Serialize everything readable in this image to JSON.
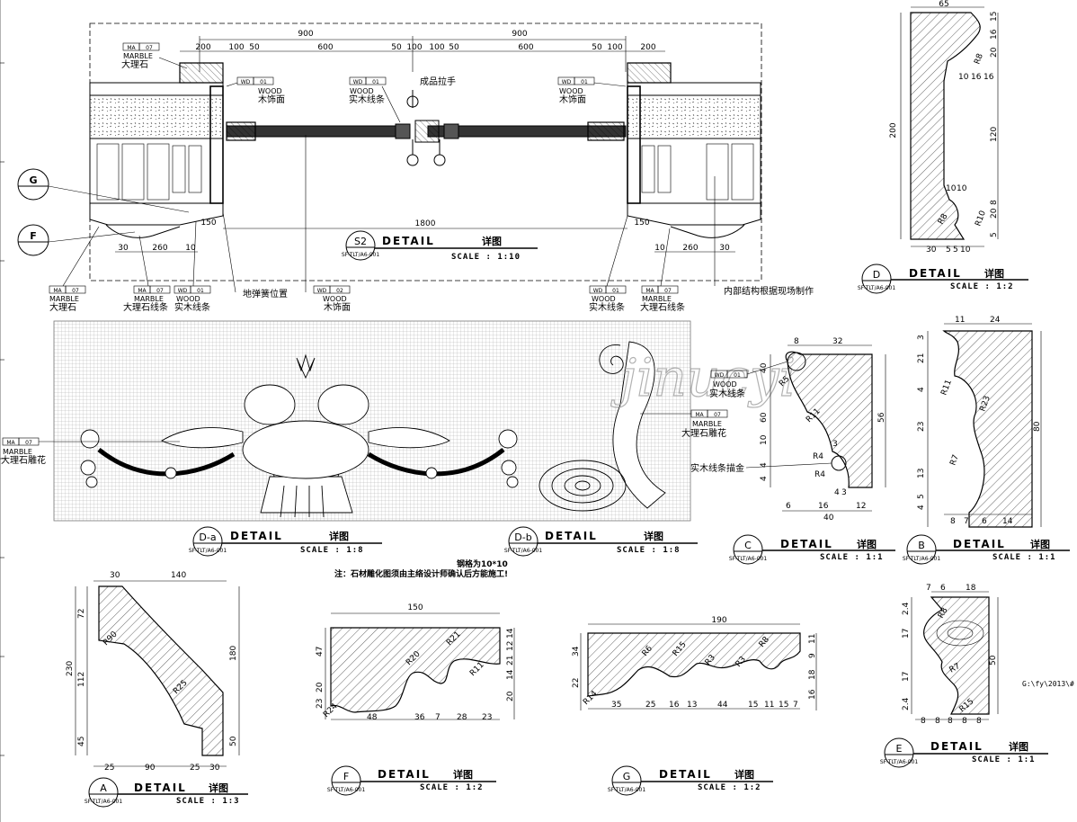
{
  "side_note": "G:\\fy\\2013\\#",
  "watermark": "jinucyi",
  "note": {
    "line1": "钢格为10*10",
    "line2": "注：石材雕化图须由主络设计师确认后方能施工!"
  },
  "plan": {
    "dims_top": [
      "900",
      "900"
    ],
    "dims_sub": [
      "200",
      "100",
      "50",
      "600",
      "50",
      "100",
      "100",
      "50",
      "600",
      "50",
      "100",
      "200"
    ],
    "dim_1800": "1800",
    "dim_150_l": "150",
    "dim_150_r": "150",
    "dim_260_l": "260",
    "dim_260_r": "260",
    "dim_30_l": "30",
    "dim_10_l": "10",
    "dim_10_r": "10",
    "dim_30_r": "30",
    "tags": {
      "ma07_top": {
        "code": "MA",
        "num": "07",
        "en": "MARBLE",
        "cn": "大理石"
      },
      "wd01_l": {
        "code": "WD",
        "num": "01",
        "en": "WOOD",
        "cn": "木饰面"
      },
      "wd01_c": {
        "code": "WD",
        "num": "01",
        "en": "WOOD",
        "cn": "实木线条"
      },
      "wd01_r": {
        "code": "WD",
        "num": "01",
        "en": "WOOD",
        "cn": "木饰面"
      },
      "handle": "成品拉手",
      "ma_b1": {
        "code": "MA",
        "num": "07",
        "en": "MARBLE",
        "cn": "大理石"
      },
      "ma_b2": {
        "code": "MA",
        "num": "07",
        "en": "MARBLE",
        "cn": "大理石线条"
      },
      "wd_b3": {
        "code": "WD",
        "num": "01",
        "en": "WOOD",
        "cn": "实木线条"
      },
      "spring": "地弹簧位置",
      "wd_b5": {
        "code": "WD",
        "num": "02",
        "en": "WOOD",
        "cn": "木饰面"
      },
      "wd_b6": {
        "code": "WD",
        "num": "01",
        "en": "WOOD",
        "cn": "实木线条"
      },
      "ma_b7": {
        "code": "MA",
        "num": "07",
        "en": "MARBLE",
        "cn": "大理石线条"
      },
      "inner": "内部结构根据现场制作"
    },
    "title": {
      "bubble": "S2",
      "ref": "SF-TLT/A6-001",
      "en": "DETAIL",
      "cn": "详图",
      "scale": "SCALE :   1:10"
    },
    "callout_g": "G",
    "callout_f": "F"
  },
  "carving": {
    "tag_left": {
      "code": "MA",
      "num": "07",
      "en": "MARBLE",
      "cn": "大理石雕花"
    },
    "tag_right": {
      "code": "MA",
      "num": "07",
      "en": "MARBLE",
      "cn": "大理石雕花"
    },
    "title_a": {
      "bubble": "D-a",
      "ref": "SF-TLT/A6-001",
      "en": "DETAIL",
      "cn": "详图",
      "scale": "SCALE :   1:8"
    },
    "title_b": {
      "bubble": "D-b",
      "ref": "SF-TLT/A6-001",
      "en": "DETAIL",
      "cn": "详图",
      "scale": "SCALE :   1:8"
    }
  },
  "detail_d": {
    "dims": [
      "65",
      "200",
      "15",
      "16",
      "20",
      "R8",
      "10",
      "16",
      "16",
      "120",
      "10",
      "10",
      "8",
      "20",
      "R10",
      "R8",
      "30",
      "5",
      "5",
      "10",
      "5"
    ],
    "title": {
      "bubble": "D",
      "ref": "SF-TLT/A6-001",
      "en": "DETAIL",
      "cn": "详图",
      "scale": "SCALE :   1:2"
    }
  },
  "detail_c": {
    "tag": {
      "code": "WD",
      "num": "01",
      "en": "WOOD",
      "cn": "实木线条"
    },
    "gold": "实木线条描金",
    "dims": [
      "8",
      "32",
      "R5",
      "R11",
      "R4",
      "R4",
      "40",
      "60",
      "56",
      "10",
      "4",
      "3",
      "6",
      "16",
      "12",
      "40",
      "4",
      "4",
      "3"
    ],
    "title": {
      "bubble": "C",
      "ref": "SF-TLT/A6-001",
      "en": "DETAIL",
      "cn": "详图",
      "scale": "SCALE :   1:1"
    }
  },
  "detail_b": {
    "dims": [
      "11",
      "24",
      "3",
      "21",
      "R11",
      "R23",
      "4",
      "23",
      "80",
      "R7",
      "13",
      "5",
      "4",
      "8",
      "7",
      "6",
      "14"
    ],
    "title": {
      "bubble": "B",
      "ref": "SF-TLT/A6-001",
      "en": "DETAIL",
      "cn": "详图",
      "scale": "SCALE :   1:1"
    }
  },
  "detail_a": {
    "dims": [
      "30",
      "140",
      "72",
      "230",
      "112",
      "180",
      "R90",
      "R25",
      "45",
      "50",
      "25",
      "90",
      "25",
      "30"
    ],
    "title": {
      "bubble": "A",
      "ref": "SF-TLT/A6-001",
      "en": "DETAIL",
      "cn": "详图",
      "scale": "SCALE :   1:3"
    }
  },
  "detail_f": {
    "dims": [
      "150",
      "47",
      "R21",
      "R20",
      "R11",
      "14",
      "12",
      "21",
      "14",
      "20",
      "20",
      "23",
      "R24",
      "48",
      "36",
      "7",
      "28",
      "23"
    ],
    "title": {
      "bubble": "F",
      "ref": "SF-TLT/A6-001",
      "en": "DETAIL",
      "cn": "详图",
      "scale": "SCALE :   1:2"
    }
  },
  "detail_g": {
    "dims": [
      "190",
      "34",
      "22",
      "R14",
      "R6",
      "R15",
      "R3",
      "R3",
      "R8",
      "11",
      "9",
      "18",
      "16",
      "35",
      "25",
      "16",
      "13",
      "44",
      "15",
      "11",
      "15",
      "7"
    ],
    "title": {
      "bubble": "G",
      "ref": "SF-TLT/A6-001",
      "en": "DETAIL",
      "cn": "详图",
      "scale": "SCALE :   1:2"
    }
  },
  "detail_e": {
    "dims": [
      "7",
      "6",
      "18",
      "R8",
      "2.4",
      "17",
      "17",
      "2.4",
      "50",
      "R7",
      "R15",
      "8",
      "8",
      "8",
      "8",
      "8"
    ],
    "title": {
      "bubble": "E",
      "ref": "SF-TLT/A6-001",
      "en": "DETAIL",
      "cn": "详图",
      "scale": "SCALE :   1:1"
    }
  }
}
